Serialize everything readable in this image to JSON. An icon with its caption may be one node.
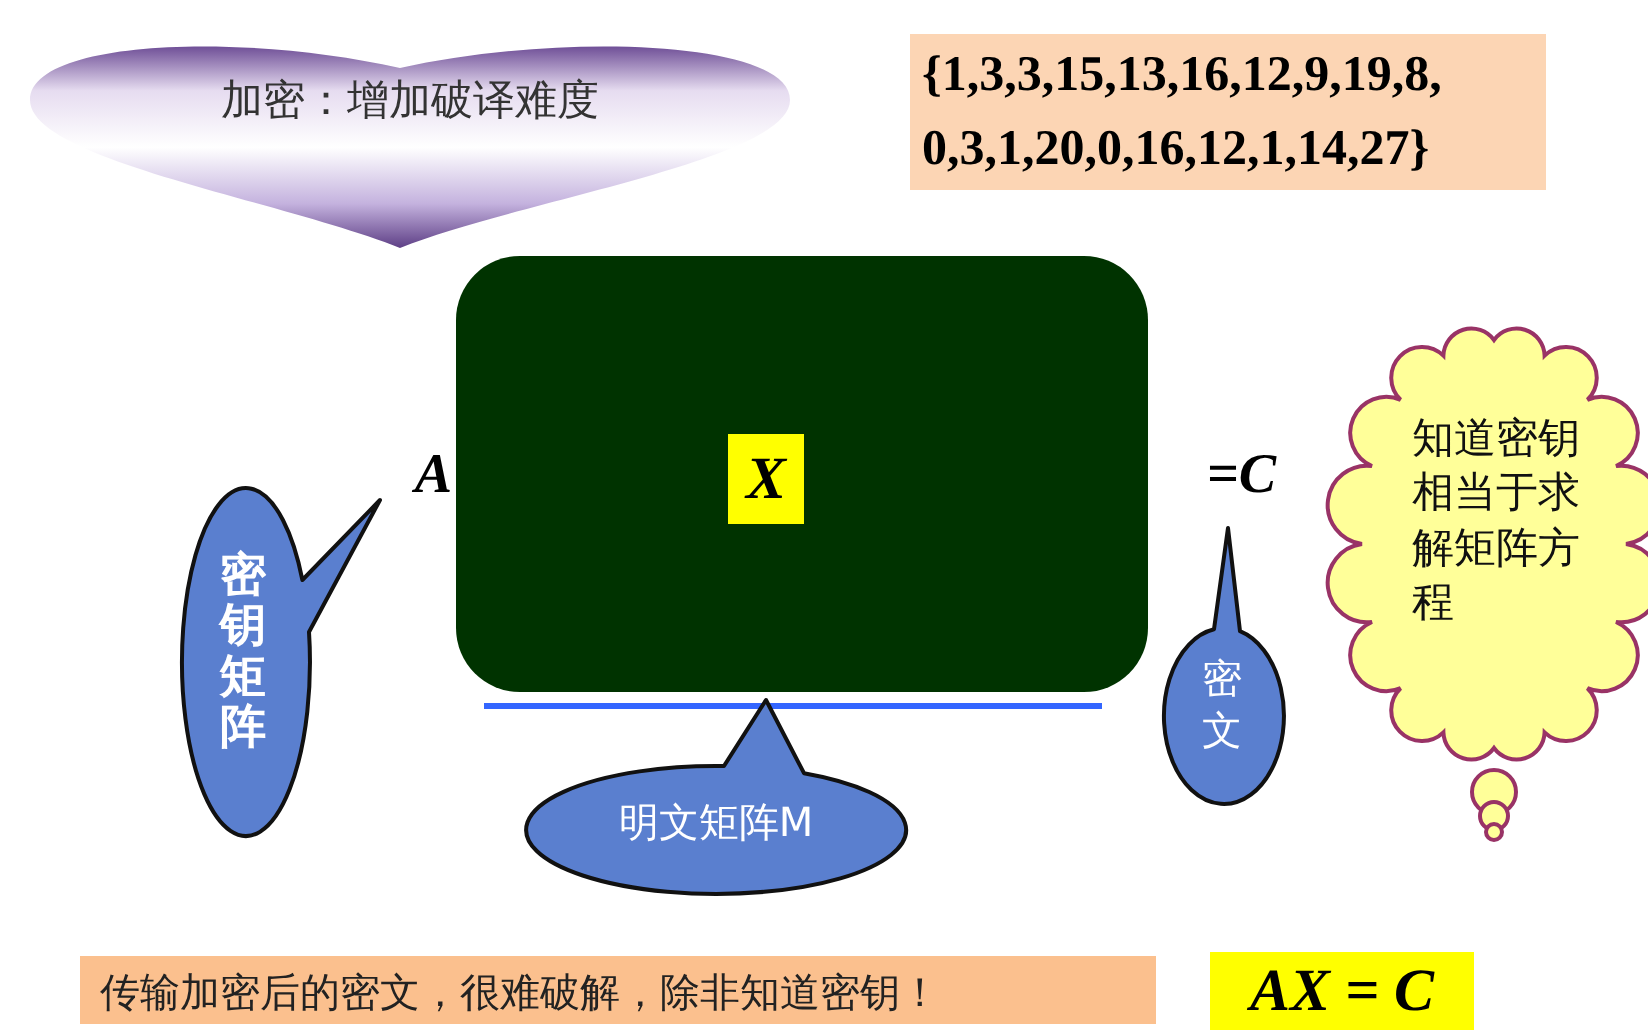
{
  "diagram": {
    "nodes": [
      {
        "text": [
          "加密：增加破译难度"
        ]
      },
      {
        "text": [
          "{1,3,3,15,13,16,12,9,19,8, 0,3,1,20,0,16,12,1,14,27}"
        ]
      },
      {
        "text": [
          "A"
        ]
      },
      {
        "text": [],
        "shape": "box"
      },
      {
        "text": [
          "X"
        ],
        "in": 3
      },
      {
        "text": [
          "=C"
        ]
      },
      {
        "text": [
          "密钥矩阵"
        ]
      },
      {
        "text": [
          "明文矩阵M"
        ]
      },
      {
        "text": [
          "密文"
        ]
      },
      {
        "text": [
          "知道密钥相当于求解矩阵方程"
        ]
      },
      {
        "text": [
          "传输加密后的密文，很难破解，除非知道密钥！"
        ]
      },
      {
        "text": [
          "AX = C"
        ]
      }
    ]
  }
}
